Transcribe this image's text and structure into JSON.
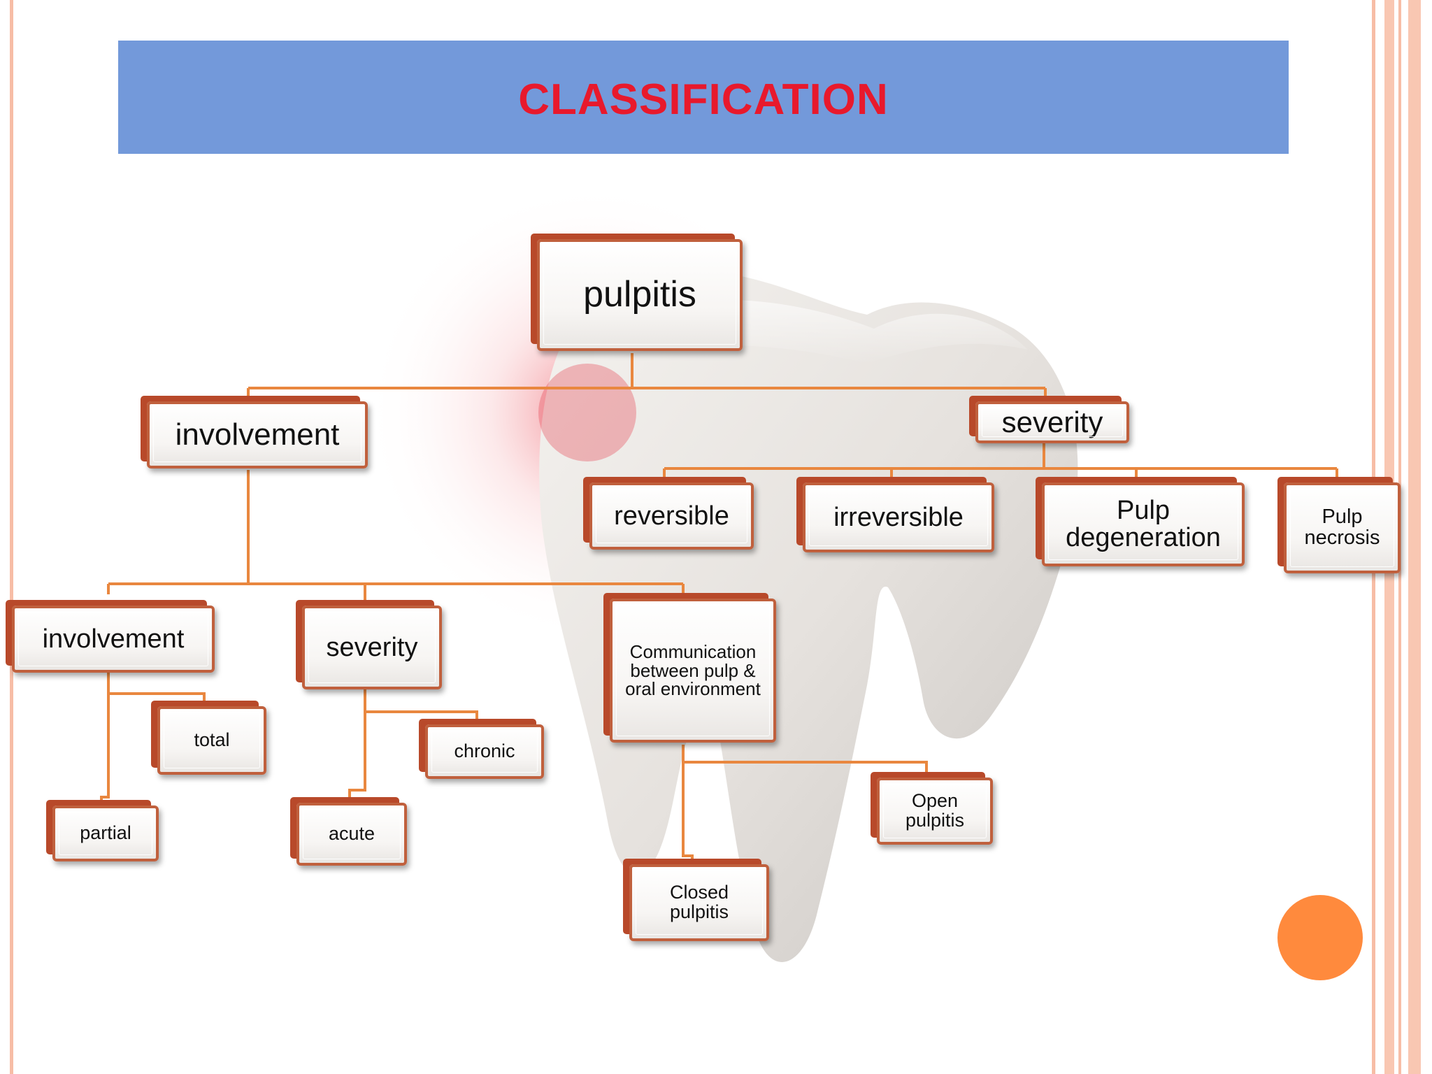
{
  "title": "CLASSIFICATION",
  "colors": {
    "title_text": "#e8192c",
    "header_bar": "#7399da",
    "connector": "#e9873f",
    "node_border": "#c0603d",
    "node_shadow_edge": "#b8492a",
    "accent_circle": "#ff8a3d",
    "right_stripes": "#f7bda6",
    "left_stripe": "#f7bda6"
  },
  "nodes": {
    "root": "pulpitis",
    "l1_involvement": "involvement",
    "l1_severity": "severity",
    "reversible": "reversible",
    "irreversible": "irreversible",
    "pulp_degeneration": "Pulp degeneration",
    "pulp_necrosis": "Pulp necrosis",
    "l2_involvement": "involvement",
    "l2_severity": "severity",
    "communication": "Communication between pulp & oral environment",
    "total": "total",
    "partial": "partial",
    "chronic": "chronic",
    "acute": "acute",
    "open_pulpitis": "Open pulpitis",
    "closed_pulpitis": "Closed pulpitis"
  }
}
